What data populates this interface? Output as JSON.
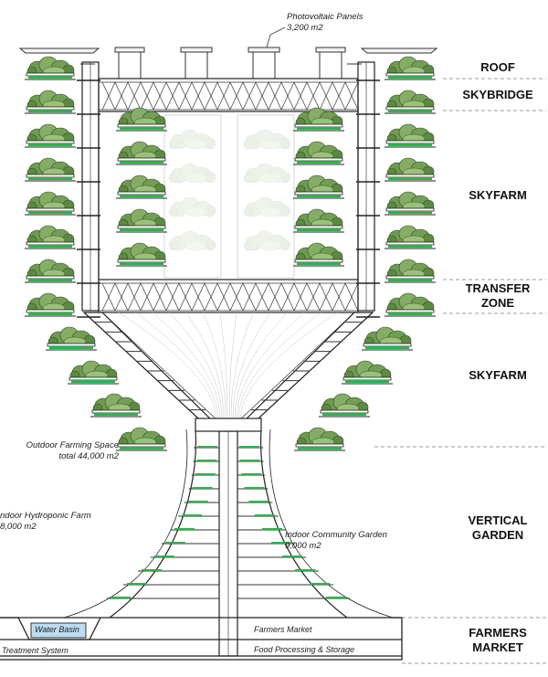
{
  "zones": {
    "roof": "ROOF",
    "skybridge": "SKYBRIDGE",
    "skyfarm_upper": "SKYFARM",
    "transfer_line1": "TRANSFER",
    "transfer_line2": "ZONE",
    "skyfarm_lower": "SKYFARM",
    "vertical_line1": "VERTICAL",
    "vertical_line2": "GARDEN",
    "market_line1": "FARMERS",
    "market_line2": "MARKET"
  },
  "annotations": {
    "pv_name": "Photovoltaic Panels",
    "pv_area": "3,200 m2",
    "outdoor_name": "Outdoor Farming Space",
    "outdoor_area": "total 44,000 m2",
    "hydroponic_name": "ndoor Hydroponic Farm",
    "hydroponic_area": "8,000 m2",
    "community_name": "Indoor Community Garden",
    "community_area": "9,000 m2"
  },
  "base_labels": {
    "water_basin": "Water Basin",
    "treatment": "Treatment System",
    "farmers_market": "Farmers Market",
    "food_processing": "Food Processing & Storage"
  },
  "colors": {
    "planter_green": "#2db34a",
    "foliage_dark": "#3f6b2a",
    "foliage_light": "#b9d79a",
    "water": "#bcdcf0",
    "line": "#222222"
  }
}
